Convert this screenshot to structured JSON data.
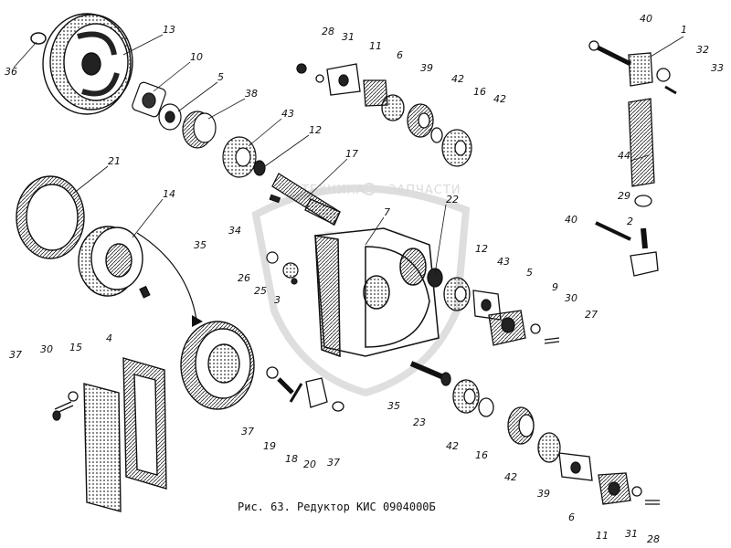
{
  "caption": "Рис. 63. Редуктор КИС 0904000Б",
  "watermark": {
    "text_left": "ТЕХНИКА",
    "text_right": "ЗАПЧАСТИ",
    "logo": "ТЗ",
    "color": "#c4c4c4"
  },
  "colors": {
    "ink": "#111111",
    "paper": "#ffffff"
  },
  "callouts": [
    "36",
    "13",
    "10",
    "5",
    "38",
    "43",
    "12",
    "28",
    "31",
    "11",
    "6",
    "39",
    "42",
    "16",
    "42",
    "40",
    "1",
    "32",
    "33",
    "44",
    "29",
    "2",
    "40",
    "21",
    "14",
    "35",
    "17",
    "34",
    "7",
    "22",
    "26",
    "25",
    "3",
    "12",
    "43",
    "5",
    "9",
    "30",
    "27",
    "4",
    "15",
    "30",
    "37",
    "37",
    "19",
    "18",
    "20",
    "37",
    "35",
    "23",
    "42",
    "16",
    "42",
    "39",
    "6",
    "11",
    "31",
    "28"
  ]
}
